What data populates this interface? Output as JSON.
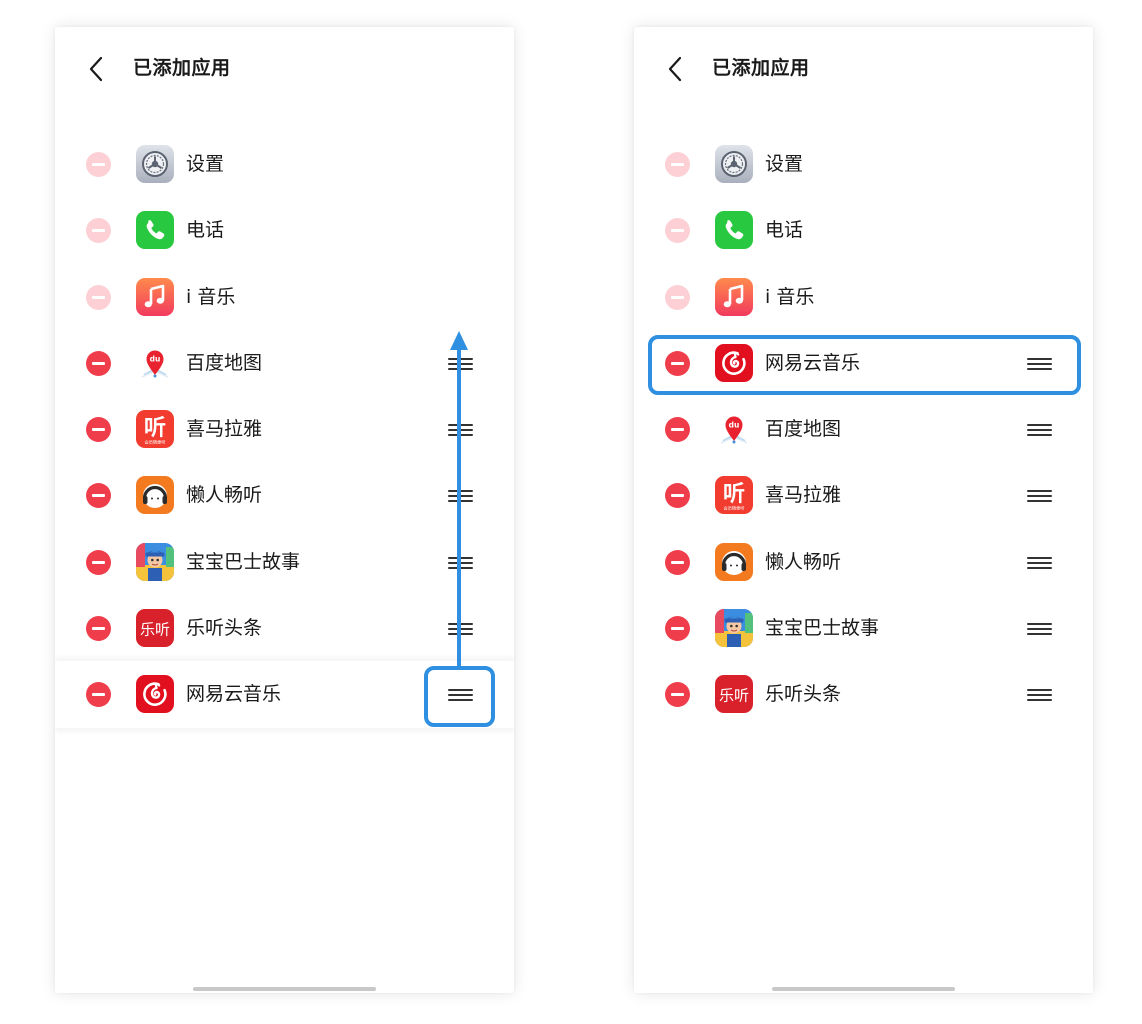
{
  "colors": {
    "remove": "#f03d4b",
    "remove_disabled": "#fcd0d4",
    "highlight": "#2f8fe0",
    "home_indicator": "#c8c8c8"
  },
  "left_screen": {
    "title": "已添加应用",
    "apps": [
      {
        "name": "设置",
        "icon": "settings-gear-icon",
        "removable": false
      },
      {
        "name": "电话",
        "icon": "phone-icon",
        "removable": false
      },
      {
        "name": "i 音乐",
        "icon": "music-note-icon",
        "removable": false
      },
      {
        "name": "百度地图",
        "icon": "baidu-map-icon",
        "removable": true
      },
      {
        "name": "喜马拉雅",
        "icon": "ximalaya-icon",
        "removable": true
      },
      {
        "name": "懒人畅听",
        "icon": "lanren-headphone-icon",
        "removable": true
      },
      {
        "name": "宝宝巴士故事",
        "icon": "babybus-icon",
        "removable": true
      },
      {
        "name": "乐听头条",
        "icon": "leting-icon",
        "removable": true
      },
      {
        "name": "网易云音乐",
        "icon": "netease-music-icon",
        "removable": true,
        "dragging": true
      }
    ]
  },
  "right_screen": {
    "title": "已添加应用",
    "apps": [
      {
        "name": "设置",
        "icon": "settings-gear-icon",
        "removable": false
      },
      {
        "name": "电话",
        "icon": "phone-icon",
        "removable": false
      },
      {
        "name": "i 音乐",
        "icon": "music-note-icon",
        "removable": false
      },
      {
        "name": "网易云音乐",
        "icon": "netease-music-icon",
        "removable": true,
        "highlighted": true
      },
      {
        "name": "百度地图",
        "icon": "baidu-map-icon",
        "removable": true
      },
      {
        "name": "喜马拉雅",
        "icon": "ximalaya-icon",
        "removable": true
      },
      {
        "name": "懒人畅听",
        "icon": "lanren-headphone-icon",
        "removable": true
      },
      {
        "name": "宝宝巴士故事",
        "icon": "babybus-icon",
        "removable": true
      },
      {
        "name": "乐听头条",
        "icon": "leting-icon",
        "removable": true
      }
    ]
  },
  "icons": {
    "ximalaya_glyph": "听",
    "ximalaya_sub": "会员随便听",
    "baidu_glyph": "du",
    "leting_glyph": "乐听"
  }
}
